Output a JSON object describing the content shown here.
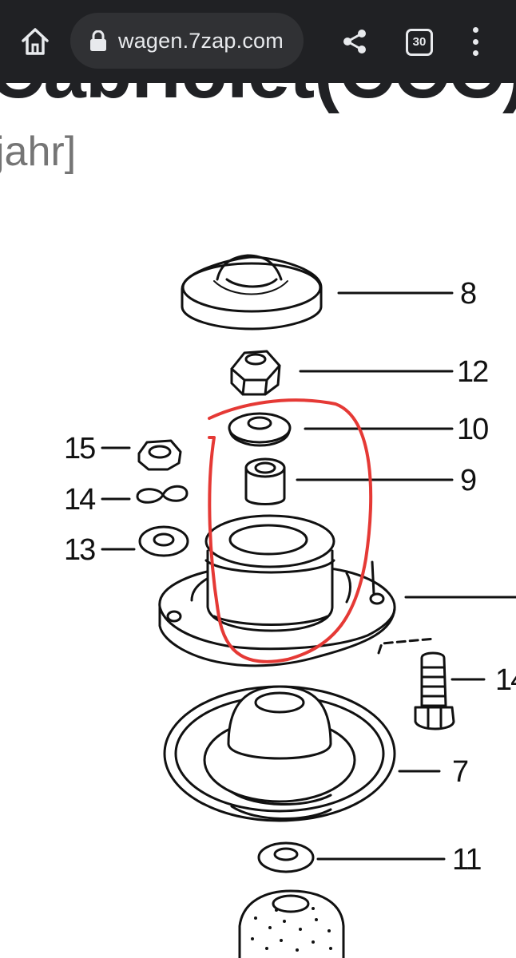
{
  "browser": {
    "url": "wagen.7zap.com",
    "tab_count": "30",
    "icons": [
      "home-icon",
      "lock-icon",
      "share-icon",
      "tab-switcher-icon",
      "overflow-menu-icon"
    ]
  },
  "page": {
    "heading_fragment": "Cabriolet(CCC)",
    "subtitle_fragment": "jahr]"
  },
  "diagram": {
    "callouts": [
      {
        "id": "8",
        "label": "8"
      },
      {
        "id": "12",
        "label": "12"
      },
      {
        "id": "10",
        "label": "10"
      },
      {
        "id": "9",
        "label": "9"
      },
      {
        "id": "15",
        "label": "15"
      },
      {
        "id": "14",
        "label": "14"
      },
      {
        "id": "13",
        "label": "13"
      },
      {
        "id": "14b",
        "label": "14"
      },
      {
        "id": "7",
        "label": "7"
      },
      {
        "id": "11",
        "label": "11"
      }
    ],
    "highlight_color": "#e53935"
  }
}
